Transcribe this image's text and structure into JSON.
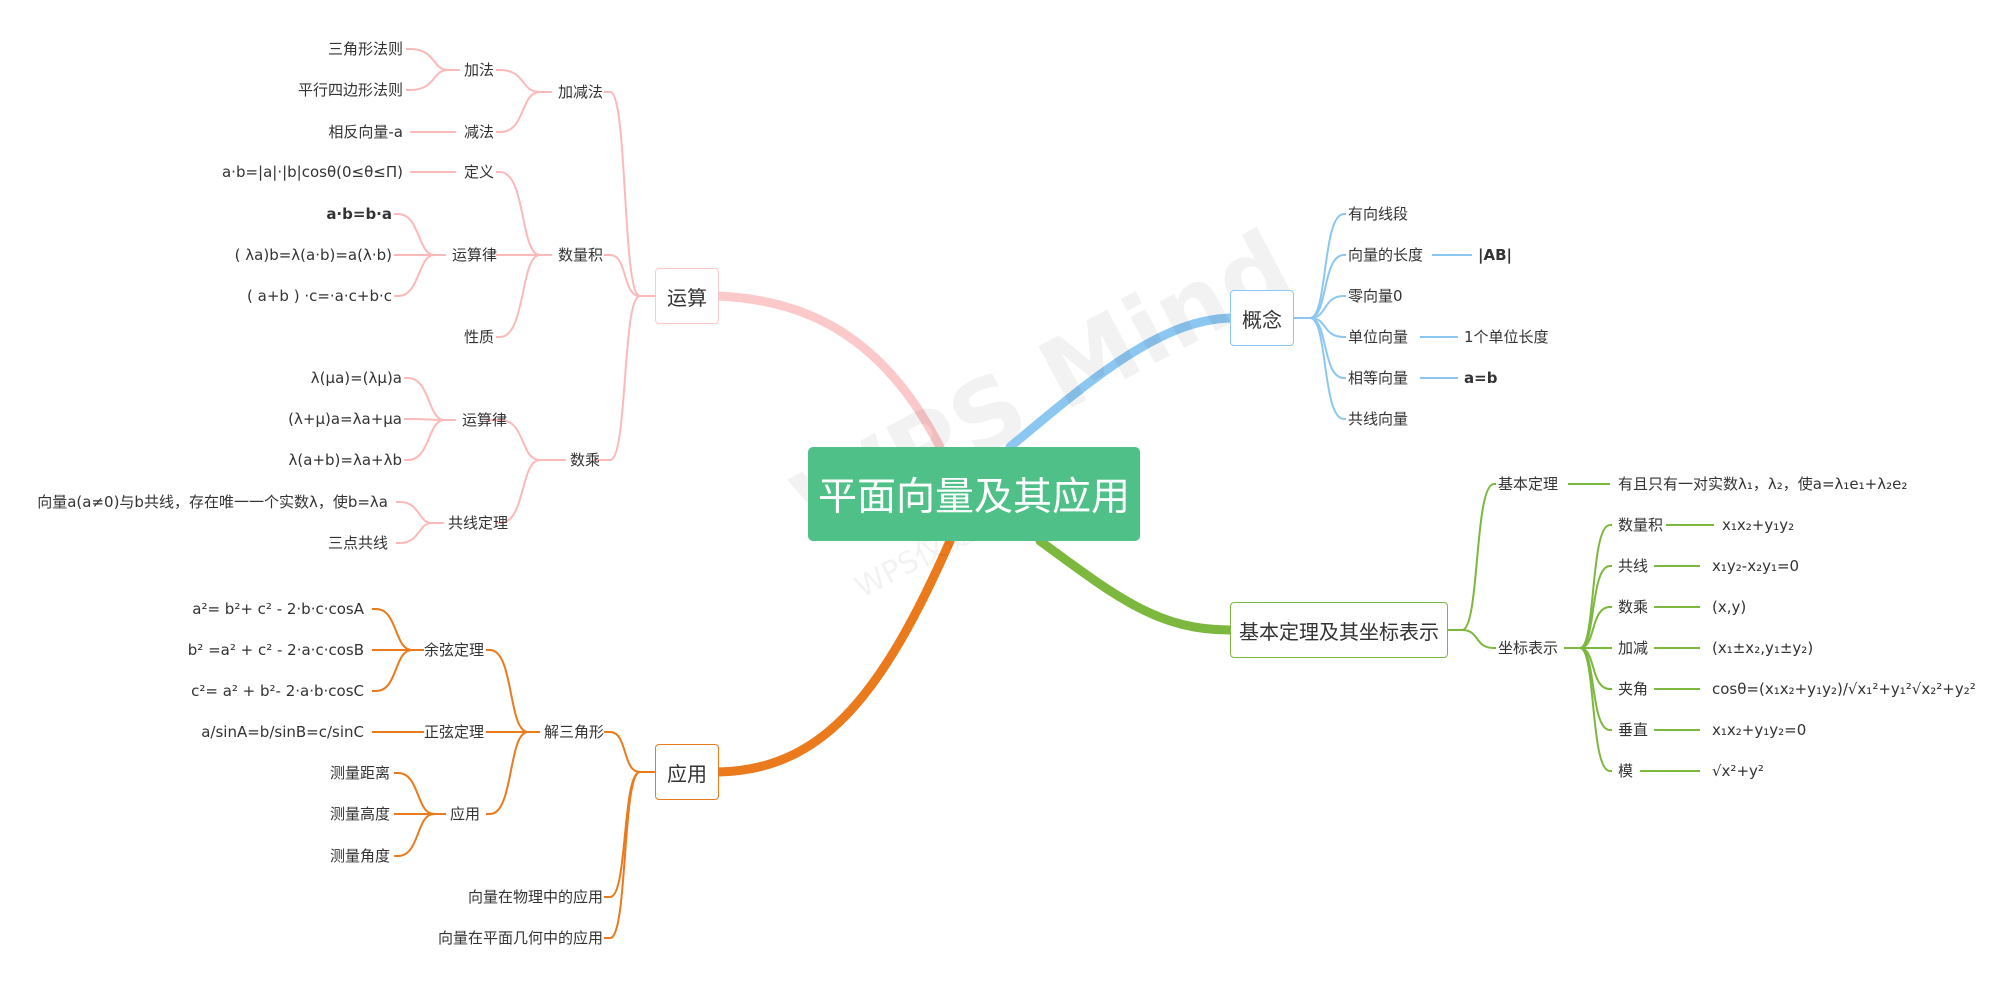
{
  "center": "平面向量及其应用",
  "watermark": {
    "brand": "WPS Mind",
    "note": "WPS仅提供技术能力"
  },
  "colors": {
    "center": "#4fc087",
    "operations": "#f8b4b4",
    "concept": "#8cc7f2",
    "theorem": "#7cb83e",
    "application": "#ea7a1c"
  },
  "operations": {
    "title": "运算",
    "addsub": {
      "label": "加减法",
      "add": {
        "label": "加法",
        "items": [
          "三角形法则",
          "平行四边形法则"
        ]
      },
      "sub": {
        "label": "减法",
        "item": "相反向量-a"
      }
    },
    "dot": {
      "label": "数量积",
      "definition": {
        "label": "定义",
        "item": "a·b=|a|·|b|cosθ(0≤θ≤Π)"
      },
      "laws": {
        "label": "运算律",
        "items": [
          "a·b=b·a",
          "( λa)b=λ(a·b)=a(λ·b)",
          "( a+b ) ·c=·a·c+b·c"
        ]
      },
      "property": {
        "label": "性质"
      }
    },
    "scalar": {
      "label": "数乘",
      "laws": {
        "label": "运算律",
        "items": [
          "λ(μa)=(λμ)a",
          "(λ+μ)a=λa+μa",
          "λ(a+b)=λa+λb"
        ]
      },
      "collinear": {
        "label": "共线定理",
        "items": [
          "向量a(a≠0)与b共线，存在唯一一个实数λ，使b=λa",
          "三点共线"
        ]
      }
    }
  },
  "application": {
    "title": "应用",
    "triangle": {
      "label": "解三角形",
      "cosine": {
        "label": "余弦定理",
        "items": [
          "a²= b²+ c² - 2·b·c·cosA",
          "b² =a² + c² - 2·a·c·cosB",
          "c²= a² + b²- 2·a·b·cosC"
        ]
      },
      "sine": {
        "label": "正弦定理",
        "item": "a/sinA=b/sinB=c/sinC"
      },
      "use": {
        "label": "应用",
        "items": [
          "测量距离",
          "测量高度",
          "测量角度"
        ]
      }
    },
    "physics": "向量在物理中的应用",
    "geometry": "向量在平面几何中的应用"
  },
  "concept": {
    "title": "概念",
    "items": [
      {
        "label": "有向线段",
        "value": ""
      },
      {
        "label": "向量的长度",
        "value": "|AB|"
      },
      {
        "label": "零向量0",
        "value": ""
      },
      {
        "label": "单位向量",
        "value": "1个单位长度"
      },
      {
        "label": "相等向量",
        "value": "a=b"
      },
      {
        "label": "共线向量",
        "value": ""
      }
    ]
  },
  "theorem": {
    "title": "基本定理及其坐标表示",
    "basic": {
      "label": "基本定理",
      "value": "有且只有一对实数λ₁，λ₂，使a=λ₁e₁+λ₂e₂"
    },
    "coords": {
      "label": "坐标表示",
      "items": [
        {
          "label": "数量积",
          "value": "x₁x₂+y₁y₂"
        },
        {
          "label": "共线",
          "value": "x₁y₂-x₂y₁=0"
        },
        {
          "label": "数乘",
          "value": "(x,y)"
        },
        {
          "label": "加减",
          "value": "(x₁±x₂,y₁±y₂)"
        },
        {
          "label": "夹角",
          "value": "cosθ=(x₁x₂+y₁y₂)/√x₁²+y₁²√x₂²+y₂²"
        },
        {
          "label": "垂直",
          "value": "x₁x₂+y₁y₂=0"
        },
        {
          "label": "模",
          "value": "√x²+y²"
        }
      ]
    }
  }
}
